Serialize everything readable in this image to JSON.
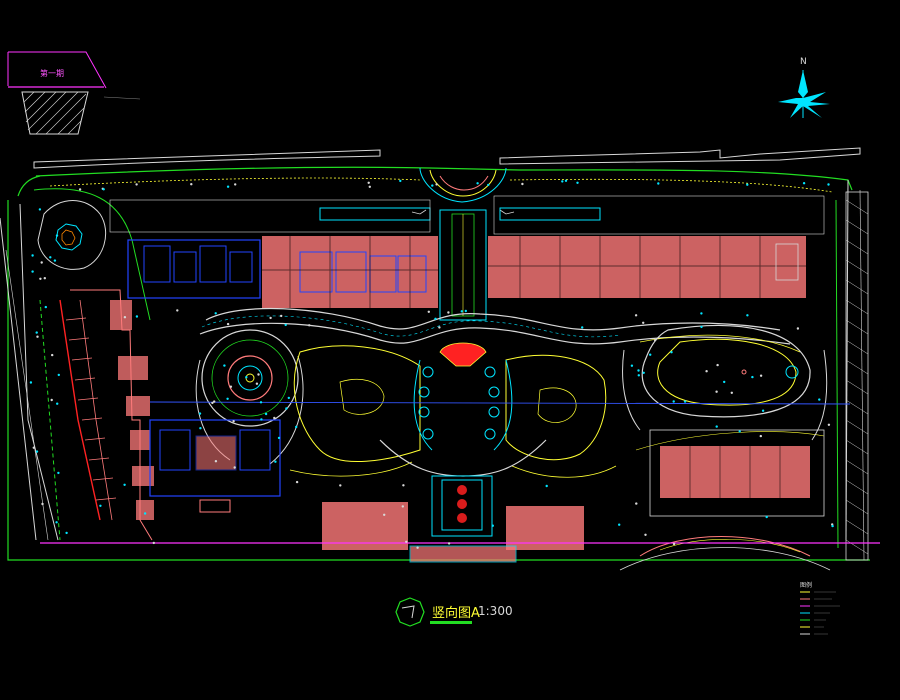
{
  "drawing": {
    "title": "竖向图A",
    "scale": "1:300",
    "corner_label": "第一期",
    "north_label": "N",
    "legend_title": "图例"
  },
  "colors": {
    "background": "#000000",
    "building": "#ff7b7b",
    "wall": "#00e5ff",
    "contour": "#ffff33",
    "terrain": "#d8d8d8",
    "edge": "#22dd22",
    "outline": "#ff33ff",
    "axis": "#3355ff",
    "blue_building": "#2244ff"
  },
  "icons": {
    "north_arrow": "north-arrow-icon",
    "title_marker": "section-heptagon-icon"
  }
}
